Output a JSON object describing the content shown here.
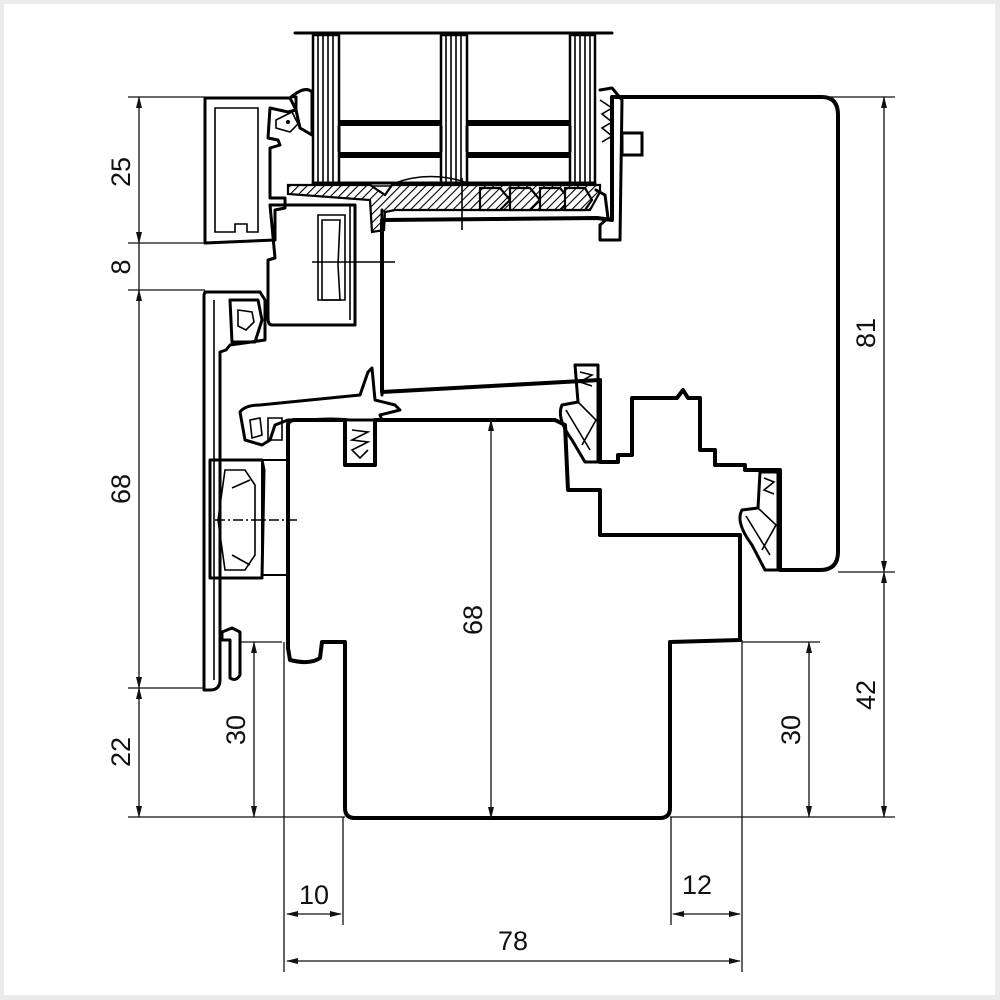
{
  "drawing": {
    "title": "Window frame cross-section with dimensions",
    "units": "mm",
    "colors": {
      "background": "#ebebeb",
      "paper": "#ffffff",
      "line": "#000000"
    }
  },
  "dimensions": {
    "left_vertical": {
      "outer_cladding_top": "25",
      "gap": "8",
      "outer_cladding_main": "68",
      "bottom_offset": "22"
    },
    "inner_left_vertical": "30",
    "center_vertical": "68",
    "right_vertical": {
      "sash_height": "81",
      "frame_bottom": "42"
    },
    "right_inner_vertical": "30",
    "bottom_horizontal": {
      "left_rebate": "10",
      "right_rebate": "12",
      "total_frame_depth": "78"
    }
  }
}
